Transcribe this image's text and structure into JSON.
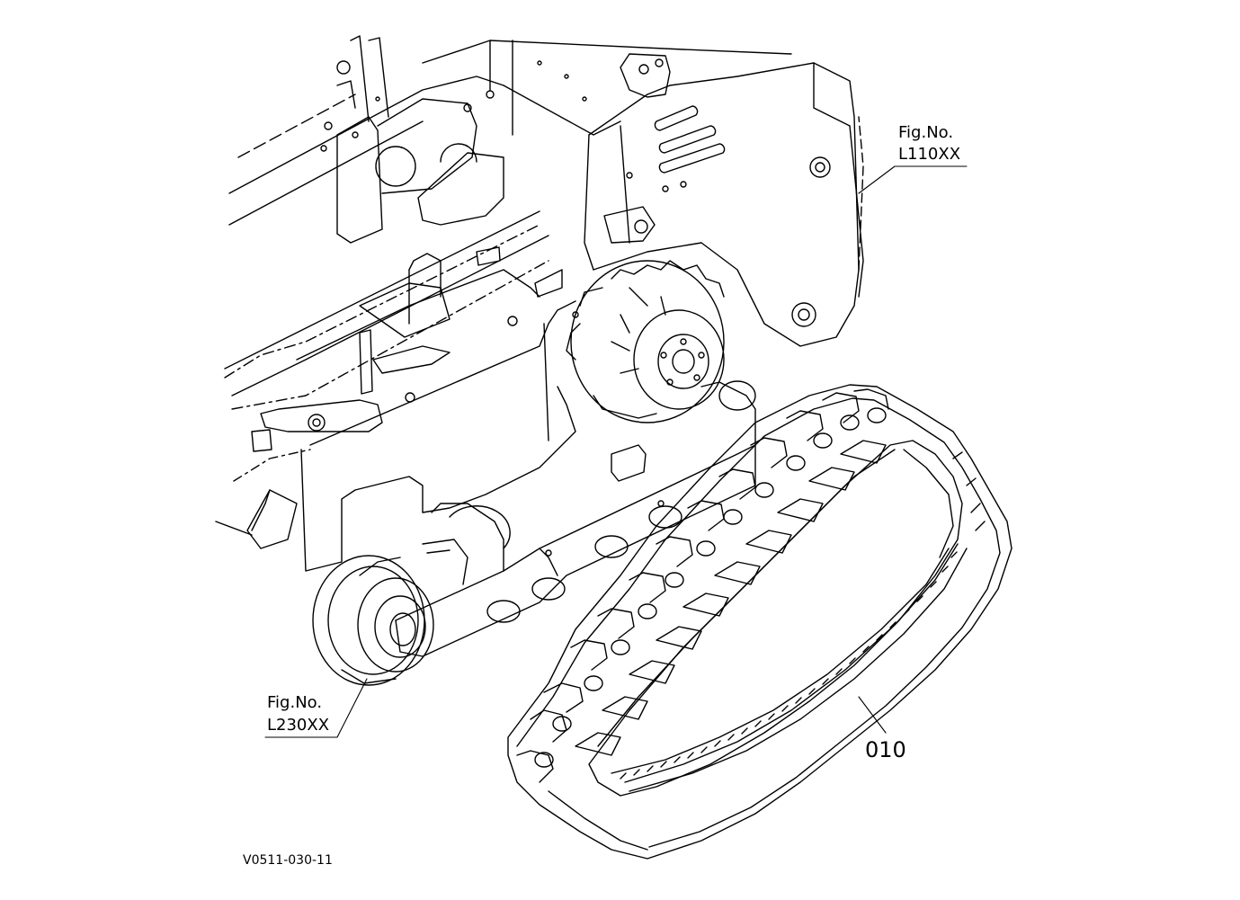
{
  "callouts": {
    "frame_ref": {
      "line1": "Fig.No.",
      "line2": "L110XX"
    },
    "idler_ref": {
      "line1": "Fig.No.",
      "line2": "L230XX"
    },
    "track_part": {
      "number": "010"
    }
  },
  "footer": {
    "drawing_id": "V0511-030-11"
  }
}
